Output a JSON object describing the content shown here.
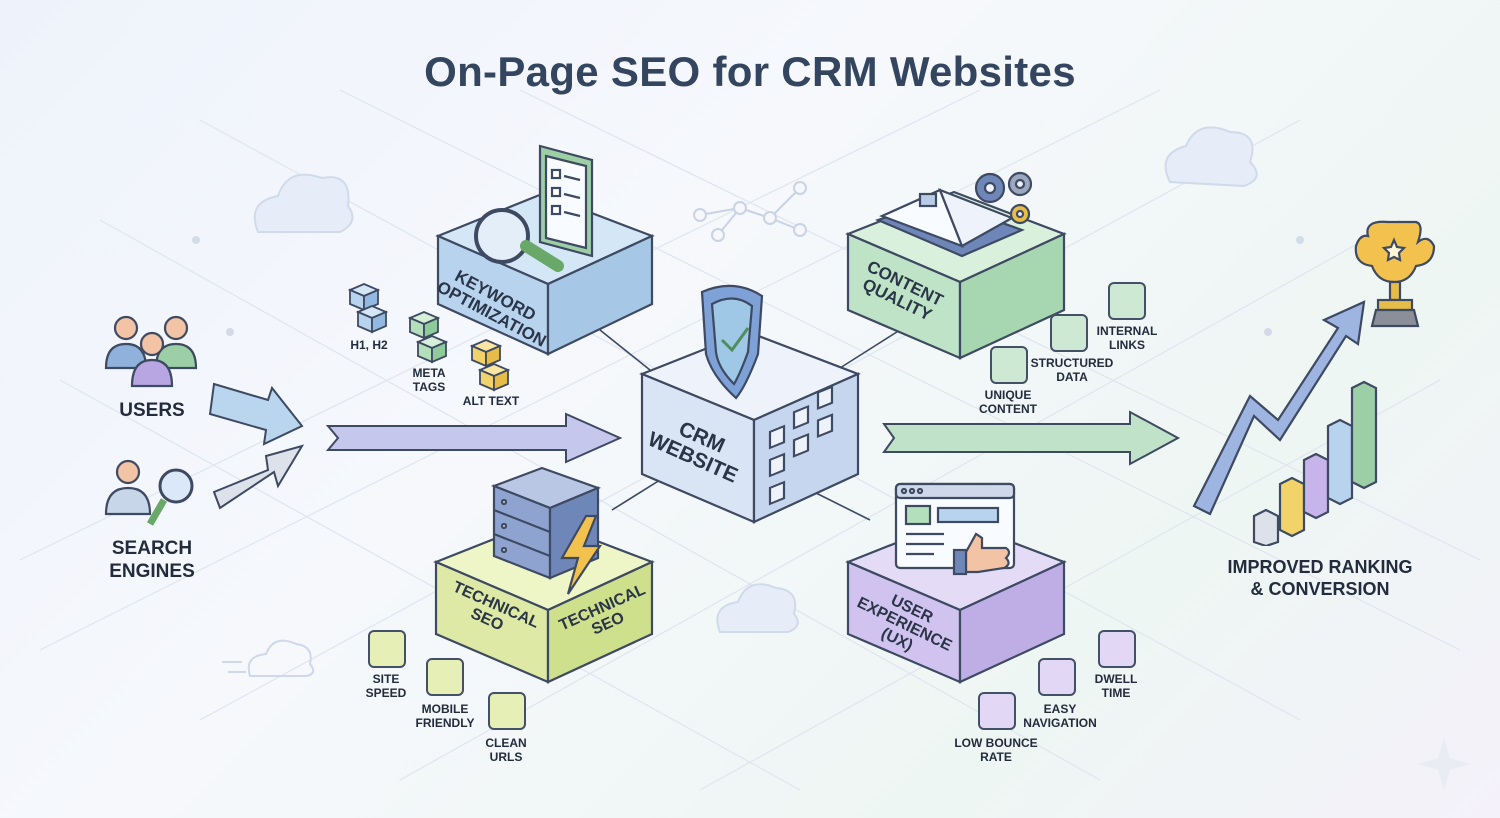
{
  "title": "On-Page SEO for CRM Websites",
  "inputs": {
    "users": "USERS",
    "search_engines_line1": "SEARCH",
    "search_engines_line2": "ENGINES"
  },
  "center": {
    "line1": "CRM",
    "line2": "WEBSITE"
  },
  "keyword": {
    "line1": "KEYWORD",
    "line2": "OPTIMIZATION",
    "items": {
      "h1h2": "H1, H2",
      "meta1": "META",
      "meta2": "TAGS",
      "alt": "ALT TEXT"
    }
  },
  "content": {
    "line1": "CONTENT",
    "line2": "QUALITY",
    "items": {
      "unique1": "UNIQUE",
      "unique2": "CONTENT",
      "structured1": "STRUCTURED",
      "structured2": "DATA",
      "internal1": "INTERNAL",
      "internal2": "LINKS"
    }
  },
  "technical": {
    "left1": "TECHNICAL",
    "left2": "SEO",
    "right1": "TECHNICAL",
    "right2": "SEO",
    "items": {
      "speed1": "SITE",
      "speed2": "SPEED",
      "mobile1": "MOBILE",
      "mobile2": "FRIENDLY",
      "urls1": "CLEAN",
      "urls2": "URLS"
    }
  },
  "ux": {
    "line1": "USER",
    "line2": "EXPERIENCE",
    "line3": "(UX)",
    "items": {
      "bounce1": "LOW BOUNCE",
      "bounce2": "RATE",
      "nav1": "EASY",
      "nav2": "NAVIGATION",
      "dwell1": "DWELL",
      "dwell2": "TIME"
    }
  },
  "result": {
    "line1": "IMPROVED RANKING",
    "line2": "& CONVERSION"
  },
  "colors": {
    "blue": "#bcd6ee",
    "green": "#c6e6cf",
    "lime": "#dfeaa6",
    "purple": "#d2c5ee",
    "yellow": "#f2d36a",
    "outline": "#3e4a62"
  }
}
